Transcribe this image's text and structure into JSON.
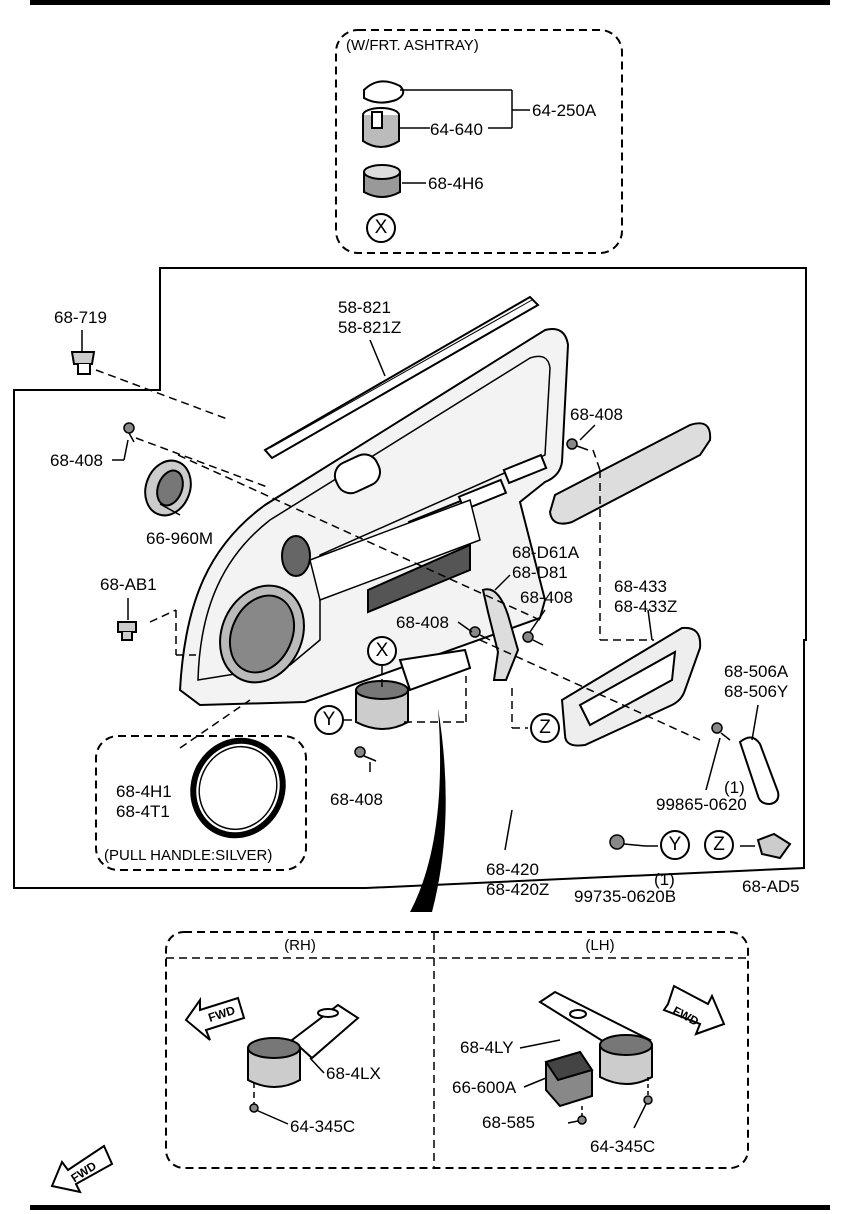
{
  "ashtray_group": {
    "title": "(W/FRT. ASHTRAY)",
    "assembly": "64-250A",
    "insert": "64-640",
    "cushion": "68-4H6",
    "ref": "X"
  },
  "trim": {
    "clip_top": "68-719",
    "weatherstrip": [
      "58-821",
      "58-821Z"
    ],
    "screw_left": "68-408",
    "speaker": "66-960M",
    "fastener_left": "68-AB1",
    "screw_armrest": "68-408",
    "screw_upper_right": "68-408",
    "handle": [
      "68-D61A",
      "68-D81"
    ],
    "screw_handle": "68-408",
    "bezel": [
      "68-433",
      "68-433Z"
    ],
    "pull_handle": [
      "68-506A",
      "68-506Y"
    ],
    "screw_lower": "68-408",
    "screw_9986": "99865-0620",
    "screw_9986_qty": "(1)",
    "panel": [
      "68-420",
      "68-420Z"
    ],
    "screw_9973": "99735-0620B",
    "screw_9973_qty": "(1)",
    "fastener_right": "68-AD5",
    "ref_x": "X",
    "ref_y": "Y",
    "ref_z": "Z"
  },
  "ring_group": {
    "parts": [
      "68-4H1",
      "68-4T1"
    ],
    "note": "(PULL HANDLE:SILVER)"
  },
  "rh": {
    "title": "(RH)",
    "fwd": "FWD",
    "cup_holder": "68-4LX",
    "clip": "64-345C"
  },
  "lh": {
    "title": "(LH)",
    "fwd": "FWD",
    "cup_holder": "68-4LY",
    "switch": "66-600A",
    "screw": "68-585",
    "clip": "64-345C"
  },
  "bottom_fwd": "FWD"
}
